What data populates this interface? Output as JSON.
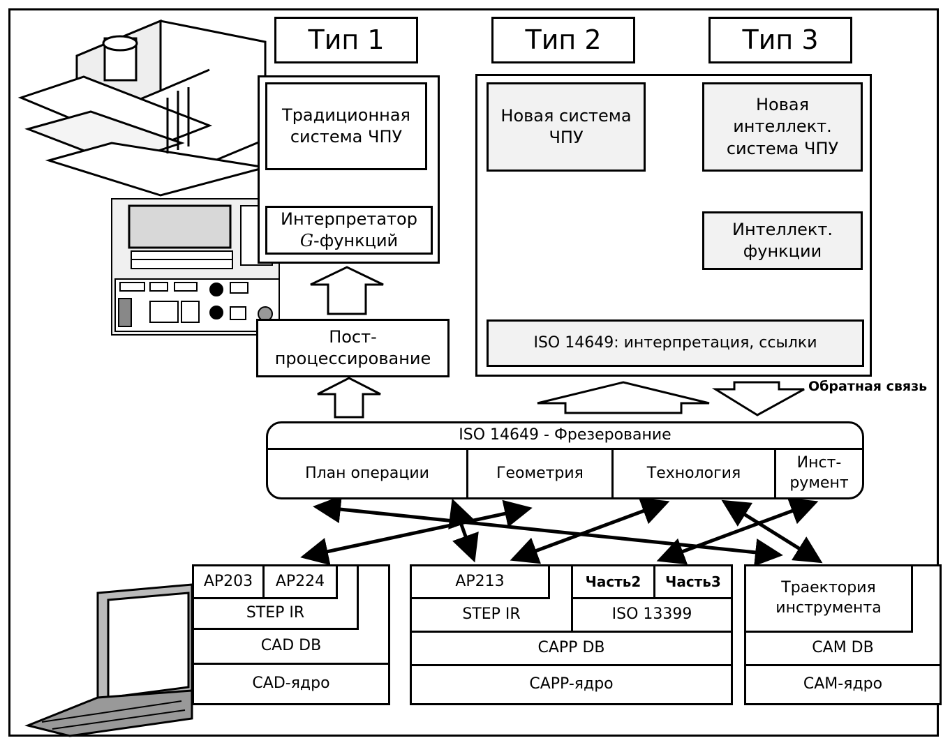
{
  "types": {
    "type1": "Тип 1",
    "type2": "Тип 2",
    "type3": "Тип 3"
  },
  "type1": {
    "cnc": "Традиционная система ЧПУ",
    "interpreter_line1": "Интерпретатор",
    "interpreter_g": "G",
    "interpreter_line2": "-функций"
  },
  "post": "Пост-процессирование",
  "type2": {
    "cnc": "Новая система ЧПУ"
  },
  "type3": {
    "cnc": "Новая интеллект. система ЧПУ",
    "functions": "Интеллект. функции"
  },
  "iso_interp": "ISO 14649: интерпретация, ссылки",
  "feedback": "Обратная связь",
  "milling": {
    "title": "ISO 14649 - Фрезерование",
    "cols": [
      "План операции",
      "Геометрия",
      "Технология",
      "Инст-румент"
    ]
  },
  "cad": {
    "ap203": "AP203",
    "ap224": "AP224",
    "step": "STEP IR",
    "db": "CAD DB",
    "core": "CAD-ядро"
  },
  "capp": {
    "ap213": "AP213",
    "part2": "Часть2",
    "part3": "Часть3",
    "step": "STEP IR",
    "iso": "ISO 13399",
    "db": "CAPP DB",
    "core": "CAPP-ядро"
  },
  "cam": {
    "path": "Траектория инструмента",
    "db": "CAM DB",
    "core": "CAM-ядро"
  }
}
